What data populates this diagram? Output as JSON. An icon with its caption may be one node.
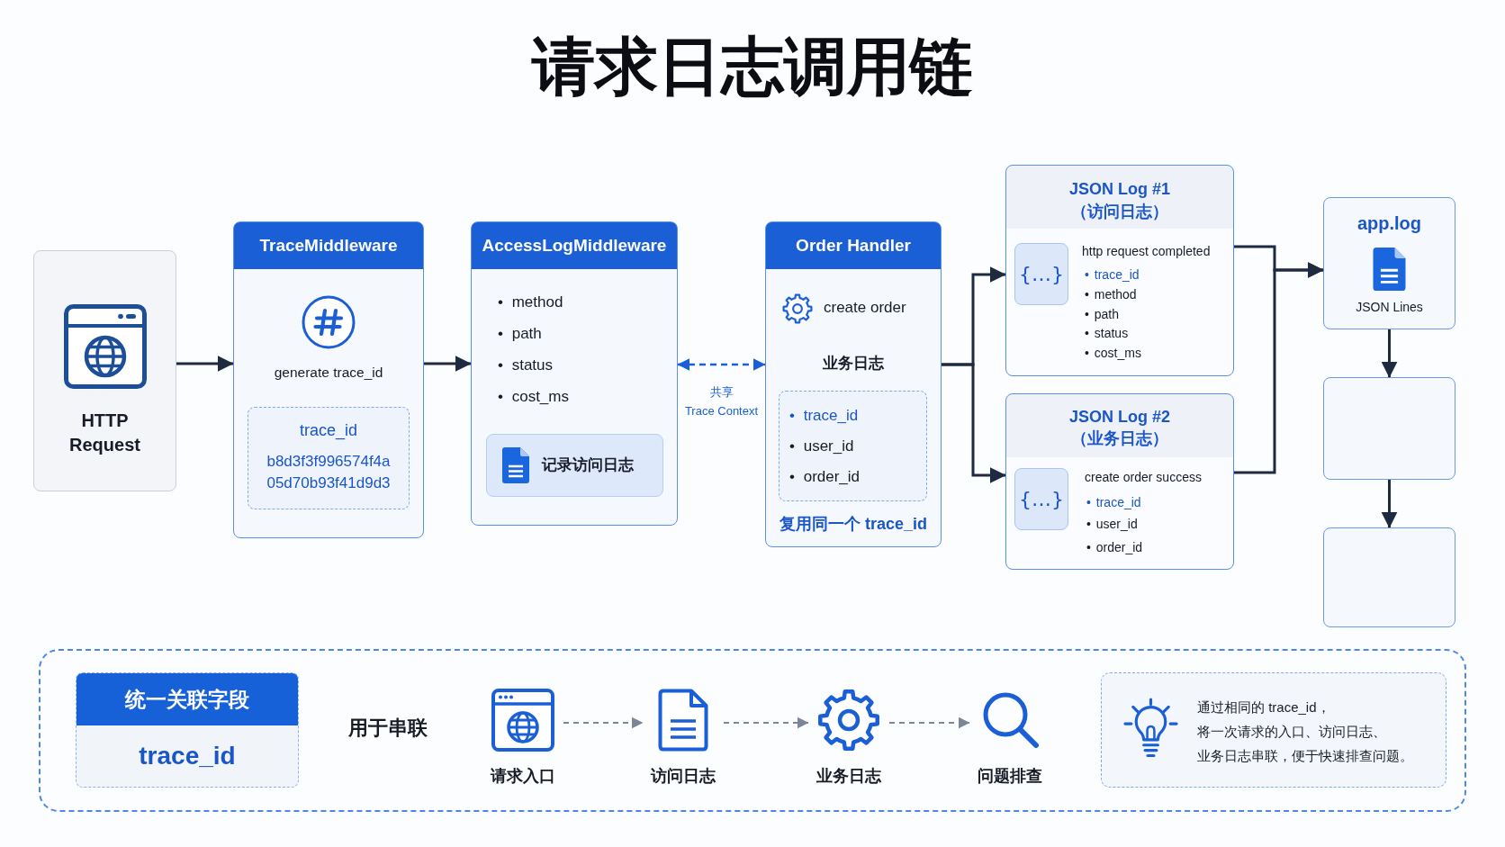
{
  "diagram": {
    "title": "请求日志调用链",
    "nodes": [
      {
        "text": [
          "HTTP Request"
        ]
      },
      {
        "text": [
          "TraceMiddleware",
          "generate trace_id"
        ]
      },
      {
        "text": [
          "trace_id",
          "b8d3f3f996574f4a 05d70b93f41d9d3"
        ],
        "in": 1
      },
      {
        "text": [
          "AccessLogMiddleware",
          "• method",
          "• path",
          "• status",
          "• cost_ms"
        ]
      },
      {
        "text": [
          "记录访问日志"
        ],
        "in": 3
      },
      {
        "text": [
          "Order Handler",
          "create order",
          "业务日志",
          "复用同一个 trace_id"
        ]
      },
      {
        "text": [
          "• trace_id",
          "• user_id",
          "• order_id"
        ],
        "in": 5
      },
      {
        "text": [
          "JSON Log #1",
          "（访问日志）",
          "http request completed",
          "• trace_id",
          "• method",
          "• path",
          "• status",
          "• cost_ms"
        ]
      },
      {
        "text": [
          "{…}"
        ],
        "in": 7
      },
      {
        "text": [
          "JSON Log #2",
          "（业务日志）",
          "create order success",
          "• trace_id",
          "• user_id",
          "• order_id"
        ]
      },
      {
        "text": [
          "{…}"
        ],
        "in": 9
      },
      {
        "text": [
          "app.log",
          "JSON Lines"
        ]
      },
      {
        "text": [],
        "shape": "box"
      },
      {
        "text": [],
        "shape": "box"
      },
      {
        "text": [],
        "shape": "box"
      },
      {
        "text": [
          "统一关联字段",
          "trace_id"
        ],
        "in": 14
      },
      {
        "text": [
          "请求入口"
        ],
        "in": 14
      },
      {
        "text": [
          "访问日志"
        ],
        "in": 14
      },
      {
        "text": [
          "业务日志"
        ],
        "in": 14
      },
      {
        "text": [
          "问题排查"
        ],
        "in": 14
      },
      {
        "text": [
          "通过相同的 trace_id，将一次请求的入口、访问日志、业务日志串联，便于快速排查问题。"
        ],
        "in": 14
      }
    ],
    "edges": [
      {
        "from": 0,
        "to": 1,
        "arrow": "to"
      },
      {
        "from": 1,
        "to": 3,
        "arrow": "to"
      },
      {
        "from": 3,
        "to": 5,
        "arrow": "both",
        "label": "共享 Trace Context",
        "style": "dashed",
        "color": "#1a5fd6"
      },
      {
        "from": 5,
        "to": 7,
        "arrow": "to"
      },
      {
        "from": 5,
        "to": 9,
        "arrow": "to"
      },
      {
        "from": 7,
        "to": 11,
        "arrow": "to"
      },
      {
        "from": 9,
        "to": 11,
        "arrow": "to"
      },
      {
        "from": 11,
        "to": 12,
        "arrow": "to"
      },
      {
        "from": 12,
        "to": 13,
        "arrow": "to"
      },
      {
        "from": 16,
        "to": 17,
        "arrow": "to",
        "style": "dashed",
        "color": "#7b8699"
      },
      {
        "from": 17,
        "to": 18,
        "arrow": "to",
        "style": "dashed",
        "color": "#7b8699"
      },
      {
        "from": 18,
        "to": 19,
        "arrow": "to",
        "style": "dashed",
        "color": "#7b8699"
      }
    ],
    "labels": [
      "用于串联"
    ]
  }
}
